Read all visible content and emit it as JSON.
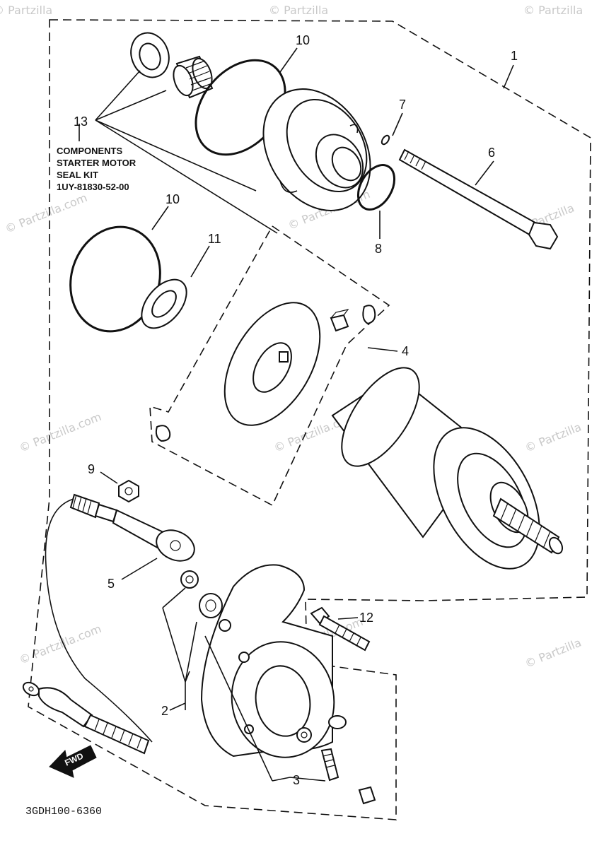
{
  "diagram": {
    "drawing_code": "3GDH100-6360",
    "callouts": {
      "c1": "1",
      "c2": "2",
      "c3": "3",
      "c4": "4",
      "c5": "5",
      "c6": "6",
      "c7": "7",
      "c8": "8",
      "c9": "9",
      "c10a": "10",
      "c10b": "10",
      "c11": "11",
      "c12": "12",
      "c13": "13"
    },
    "kit_note": {
      "line1": "COMPONENTS",
      "line2": "STARTER MOTOR",
      "line3": "SEAL KIT",
      "line4": "1UY-81830-52-00"
    },
    "fwd_label": "FWD",
    "watermark": "© Partzilla.com",
    "watermark_short": "© Partzilla"
  }
}
